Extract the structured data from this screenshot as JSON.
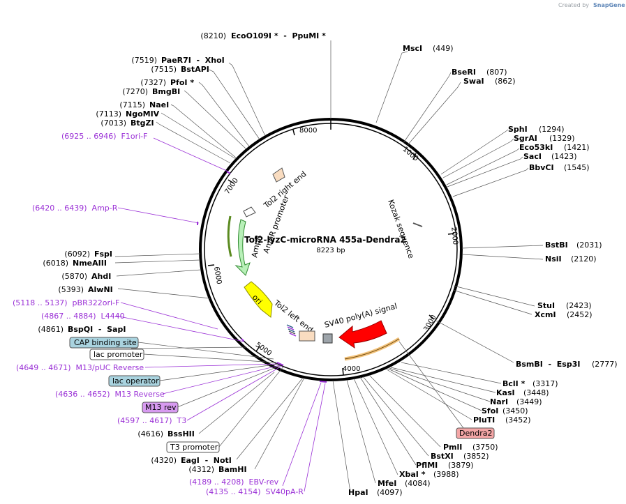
{
  "header": {
    "created_by": "Created by",
    "brand": "SnapGene"
  },
  "plasmid": {
    "name": "Tol2-lyzC-microRNA 455a-Dendra2",
    "size": "8223 bp"
  },
  "ring_ticks": [
    "1000",
    "2000",
    "3000",
    "4000",
    "5000",
    "6000",
    "7000",
    "8000"
  ],
  "labels_right": [
    {
      "name": "MscI",
      "pos": "(449)"
    },
    {
      "name": "BseRI",
      "pos": "(807)"
    },
    {
      "name": "SwaI",
      "pos": "(862)"
    },
    {
      "name": "SphI",
      "pos": "(1294)"
    },
    {
      "name": "SgrAI",
      "pos": "(1329)"
    },
    {
      "name": "Eco53kI",
      "pos": "(1421)"
    },
    {
      "name": "SacI",
      "pos": "(1423)"
    },
    {
      "name": "BbvCI",
      "pos": "(1545)"
    },
    {
      "name": "BstBI",
      "pos": "(2031)"
    },
    {
      "name": "NsiI",
      "pos": "(2120)"
    },
    {
      "name": "StuI",
      "pos": "(2423)"
    },
    {
      "name": "XcmI",
      "pos": "(2452)"
    },
    {
      "name": "BsmBI  -  Esp3I",
      "pos": "(2777)"
    },
    {
      "name": "BclI *",
      "pos": "(3317)"
    },
    {
      "name": "KasI",
      "pos": "(3448)"
    },
    {
      "name": "NarI",
      "pos": "(3449)"
    },
    {
      "name": "SfoI",
      "pos": "(3450)"
    },
    {
      "name": "PluTI",
      "pos": "(3452)"
    },
    {
      "name": "PmlI",
      "pos": "(3750)"
    },
    {
      "name": "BstXI",
      "pos": "(3852)"
    },
    {
      "name": "PflMI",
      "pos": "(3879)"
    },
    {
      "name": "XbaI *",
      "pos": "(3988)"
    },
    {
      "name": "MfeI",
      "pos": "(4084)"
    },
    {
      "name": "HpaI",
      "pos": "(4097)"
    }
  ],
  "labels_left": [
    {
      "pos": "(8210)",
      "name": "EcoO109I *  -  PpuMI *"
    },
    {
      "pos": "(7519)",
      "name": "PaeR7I  -  XhoI"
    },
    {
      "pos": "(7515)",
      "name": "BstAPI"
    },
    {
      "pos": "(7327)",
      "name": "PfoI *"
    },
    {
      "pos": "(7270)",
      "name": "BmgBI"
    },
    {
      "pos": "(7115)",
      "name": "NaeI"
    },
    {
      "pos": "(7113)",
      "name": "NgoMIV"
    },
    {
      "pos": "(7013)",
      "name": "BtgZI"
    },
    {
      "pos": "(6092)",
      "name": "FspI"
    },
    {
      "pos": "(6018)",
      "name": "NmeAIII"
    },
    {
      "pos": "(5870)",
      "name": "AhdI"
    },
    {
      "pos": "(5393)",
      "name": "AlwNI"
    },
    {
      "pos": "(4861)",
      "name": "BspQI  -  SapI"
    },
    {
      "pos": "(4616)",
      "name": "BssHII"
    },
    {
      "pos": "(4320)",
      "name": "EagI  -  NotI"
    },
    {
      "pos": "(4312)",
      "name": "BamHI"
    }
  ],
  "labels_primer": [
    "(6925 .. 6946)  F1ori-F",
    "(6420 .. 6439)  Amp-R",
    "(5118 .. 5137)  pBR322ori-F",
    "(4867 .. 4884)  L4440",
    "(4649 .. 4671)  M13/pUC Reverse",
    "(4636 .. 4652)  M13 Reverse",
    "(4597 .. 4617)  T3",
    "(4189 .. 4208)  EBV-rev",
    "(4135 .. 4154)  SV40pA-R"
  ],
  "boxed_labels": [
    {
      "text": "CAP binding site",
      "fill": "#a9d3df"
    },
    {
      "text": "lac promoter",
      "fill": "#ffffff"
    },
    {
      "text": "lac operator",
      "fill": "#a9d3df"
    },
    {
      "text": "M13 rev",
      "fill": "#d79af0"
    },
    {
      "text": "T3 promoter",
      "fill": "#ffffff"
    },
    {
      "text": "Dendra2",
      "fill": "#f4a6a6"
    }
  ],
  "features": {
    "tol2_right": "Tol2 right end",
    "ampr_promoter": "AmpR promoter",
    "ampr": "AmpR",
    "ori": "ori",
    "tol2_left": "Tol2 left end",
    "sv40": "SV40 poly(A) signal",
    "kozak": "Kozak sequence"
  },
  "colors": {
    "primer": "#9a30d6",
    "ampr": "#b8f0b8",
    "ori": "#ffff00",
    "dendra": "#ff0000",
    "orange_arc": "#f2c27a"
  }
}
